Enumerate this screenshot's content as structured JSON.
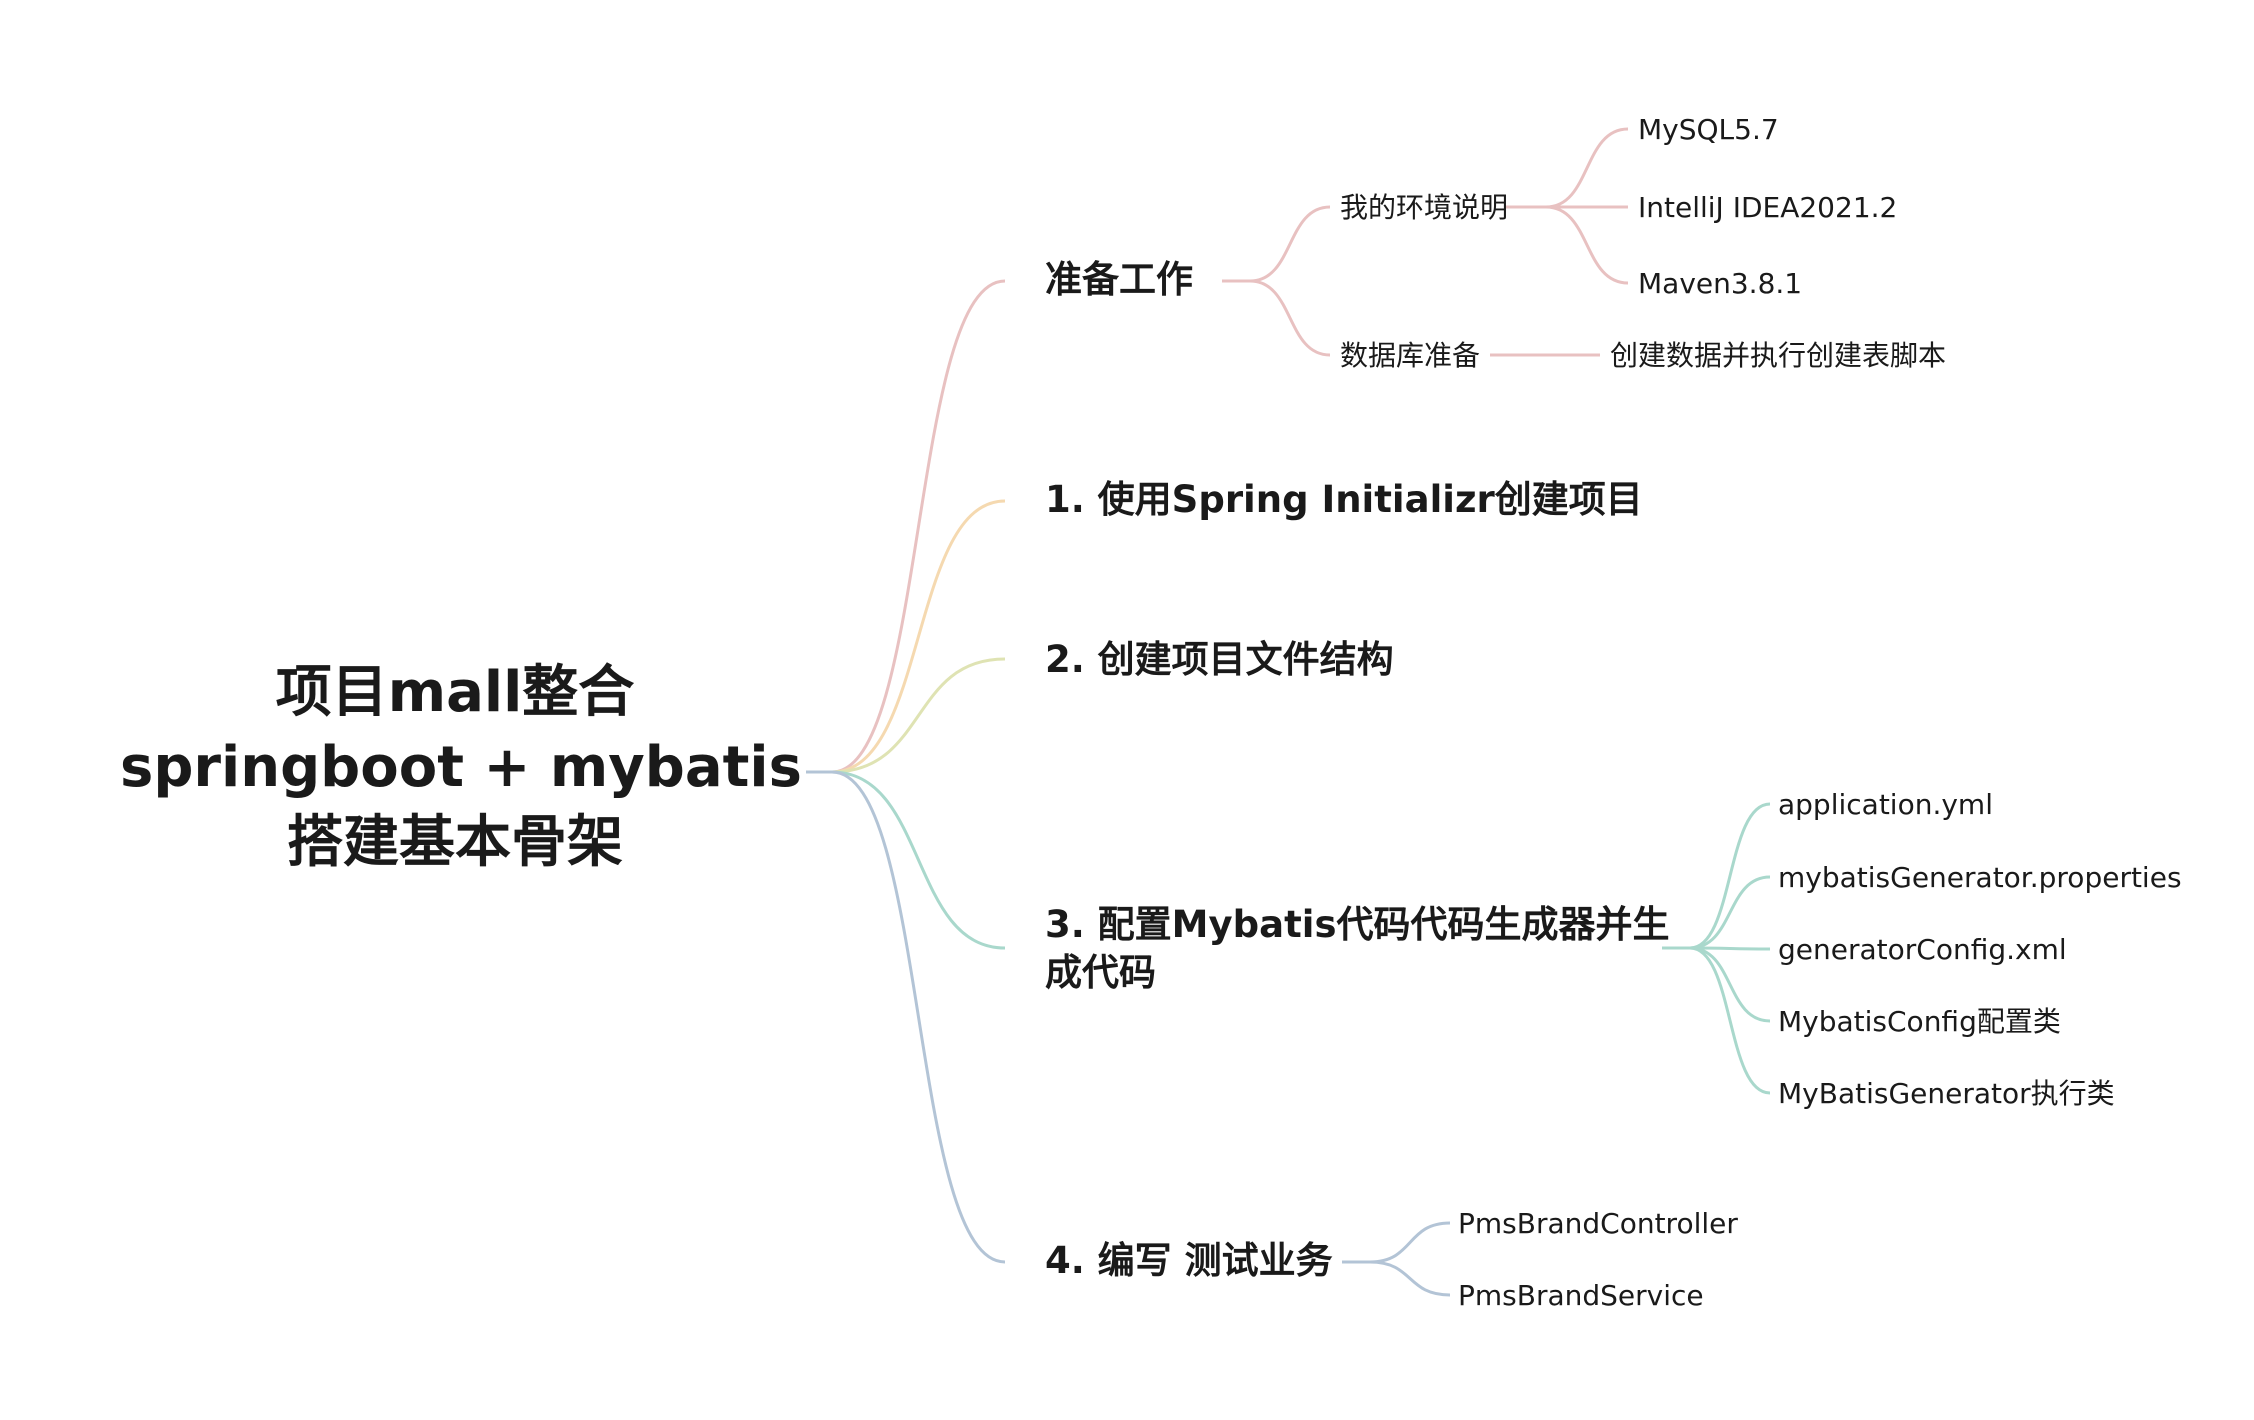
{
  "root": {
    "lines": [
      "项目mall整合",
      "springboot + mybatis",
      "搭建基本骨架"
    ]
  },
  "branches": [
    {
      "label": "准备工作",
      "color": "#e8c1c1",
      "children": [
        {
          "label": "我的环境说明",
          "children": [
            "MySQL5.7",
            "IntelliJ IDEA2021.2",
            "Maven3.8.1"
          ]
        },
        {
          "label": "数据库准备",
          "children": [
            "创建数据并执行创建表脚本"
          ]
        }
      ]
    },
    {
      "label": "1. 使用Spring Initializr创建项目",
      "color": "#f5d9b0",
      "children": []
    },
    {
      "label": "2. 创建项目文件结构",
      "color": "#dfe3b3",
      "children": []
    },
    {
      "label": "3. 配置Mybatis代码代码生成器并生成代码",
      "label_lines": [
        "3. 配置Mybatis代码代码生成器并生",
        "成代码"
      ],
      "color": "#a9d8cc",
      "children": [
        {
          "label": "application.yml"
        },
        {
          "label": "mybatisGenerator.properties"
        },
        {
          "label": "generatorConfig.xml"
        },
        {
          "label": "MybatisConfig配置类"
        },
        {
          "label": "MyBatisGenerator执行类"
        }
      ]
    },
    {
      "label": "4. 编写 测试业务",
      "color": "#b3c4d6",
      "children": [
        {
          "label": "PmsBrandController"
        },
        {
          "label": "PmsBrandService"
        }
      ]
    }
  ],
  "root_line_color": "#b3c4d6"
}
